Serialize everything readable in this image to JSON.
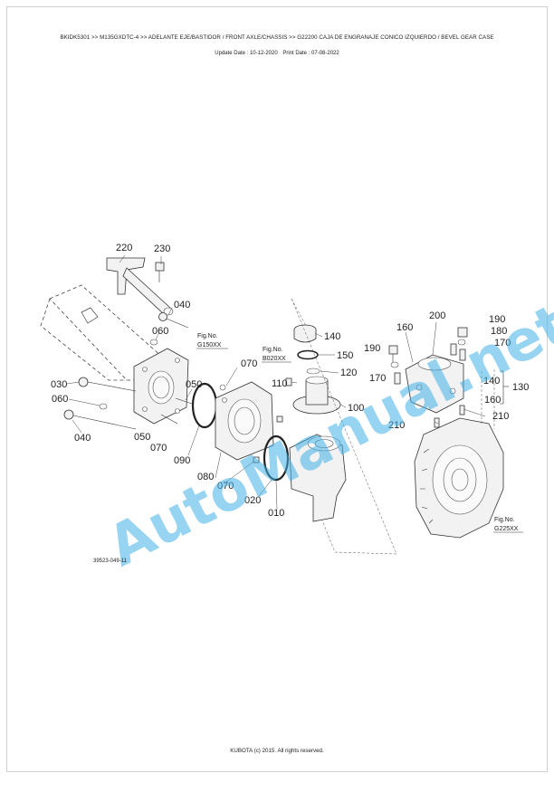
{
  "header": {
    "breadcrumb": "BKIDK5301 >> M135GXDTC-4 >> ADELANTE EJE/BASTIDOR / FRONT AXLE/CHASSIS >> G22200   CAJA DE ENGRANAJE CONICO IZQUIERDO / BEVEL GEAR CASE",
    "update_date": "Update Date : 10-12-2020",
    "print_date": "Print Date : 07-08-2022"
  },
  "diagram": {
    "code": "39523-049-11",
    "watermark": "AutoManual.net",
    "callouts": [
      "220",
      "230",
      "040",
      "060",
      "140",
      "150",
      "120",
      "110",
      "100",
      "200",
      "190",
      "180",
      "170",
      "160",
      "190",
      "170",
      "140",
      "160",
      "130",
      "210",
      "210",
      "030",
      "060",
      "040",
      "050",
      "070",
      "050",
      "070",
      "090",
      "080",
      "070",
      "020",
      "010"
    ],
    "fig_refs": [
      {
        "label": "Fig.No.",
        "ref": "G150XX"
      },
      {
        "label": "Fig.No.",
        "ref": "B020XX"
      },
      {
        "label": "Fig.No.",
        "ref": "G225XX"
      }
    ]
  },
  "footer": {
    "copyright": "KUBOTA (c) 2015. All rights reserved."
  }
}
